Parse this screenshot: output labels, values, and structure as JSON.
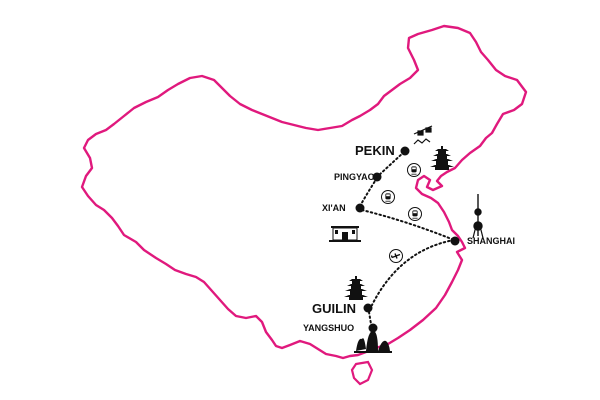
{
  "map": {
    "border_color": "#e0197d",
    "route_color": "#111111",
    "cities": [
      {
        "id": "pekin",
        "label": "PEKIN"
      },
      {
        "id": "pingyao",
        "label": "PINGYAO"
      },
      {
        "id": "xian",
        "label": "XI'AN"
      },
      {
        "id": "shanghai",
        "label": "SHANGHAI"
      },
      {
        "id": "guilin",
        "label": "GUILIN"
      },
      {
        "id": "yangshuo",
        "label": "YANGSHUO"
      }
    ],
    "transport_icons": [
      "train-icon",
      "train-icon",
      "train-icon",
      "plane-icon"
    ],
    "landmark_icons": [
      "great-wall-cable-car-icon",
      "pagoda-icon",
      "terracotta-gate-icon",
      "tv-tower-icon",
      "pagoda-icon",
      "karst-hills-icon"
    ]
  }
}
